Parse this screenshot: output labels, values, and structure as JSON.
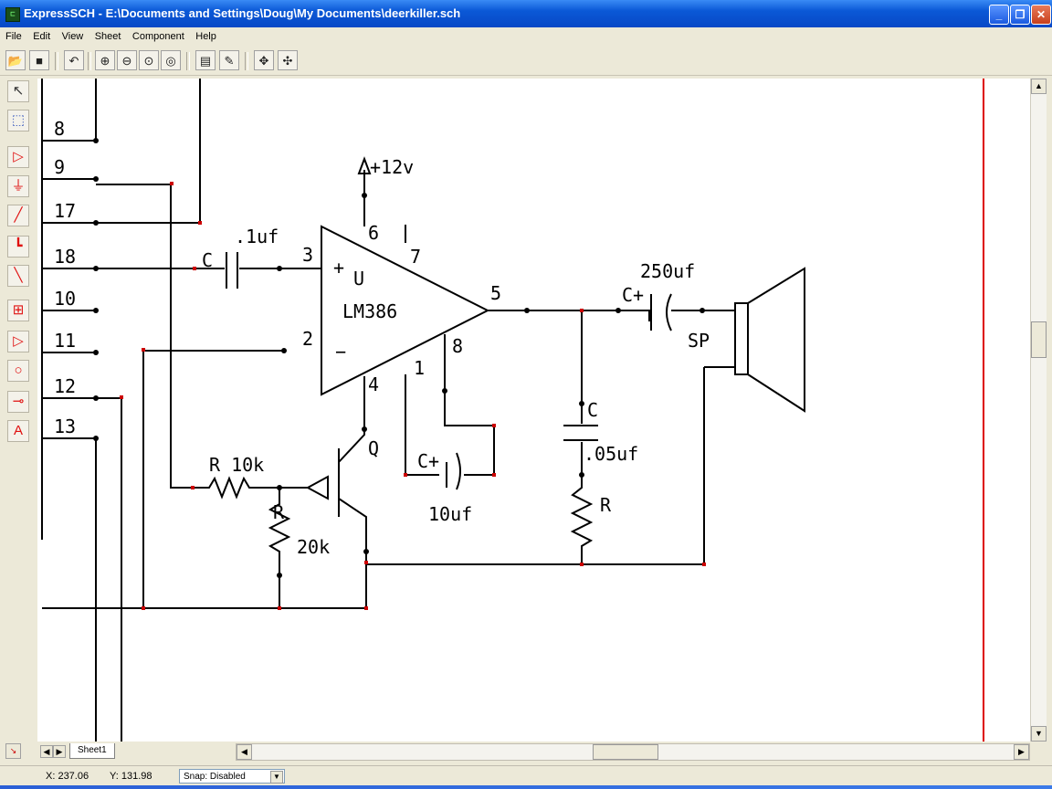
{
  "window": {
    "title": "ExpressSCH - E:\\Documents and Settings\\Doug\\My Documents\\deerkiller.sch",
    "buttons": {
      "minimize": "_",
      "maximize": "❐",
      "close": "✕"
    }
  },
  "menu": [
    "File",
    "Edit",
    "View",
    "Sheet",
    "Component",
    "Help"
  ],
  "toolbar_icons": [
    "open-icon",
    "save-icon",
    "undo-icon",
    "zoom-in-icon",
    "zoom-out-icon",
    "zoom-window-icon",
    "zoom-previous-icon",
    "properties-icon",
    "edit-properties-icon",
    "pan-icon",
    "center-icon"
  ],
  "palette_tools": [
    "select-arrow-icon",
    "zoom-select-icon",
    "buffer-symbol-icon",
    "ground-symbol-icon",
    "wire-tool-icon",
    "bus-entry-icon",
    "diagonal-wire-icon",
    "component-box-icon",
    "triangle-symbol-icon",
    "circle-symbol-icon",
    "pin-tool-icon",
    "text-tool-icon"
  ],
  "schematic": {
    "connector_pins": [
      "8",
      "9",
      "17",
      "18",
      "10",
      "11",
      "12",
      "13"
    ],
    "opamp": {
      "ref": "U",
      "part": "LM386",
      "plus": "+",
      "minus": "−"
    },
    "pins": {
      "p2": "2",
      "p3": "3",
      "p4": "4",
      "p5": "5",
      "p6": "6",
      "p7": "7",
      "p8": "8",
      "p1": "1"
    },
    "supply": "+12v",
    "labels": {
      "c_in": "C",
      "c_in_value": ".1uf",
      "c_out": "C+",
      "c_out_value": "250uf",
      "speaker": "SP",
      "c_bypass": "C+",
      "c_bypass_value": "10uf",
      "c_filter": "C",
      "c_filter_value": ".05uf",
      "r_filter": "R",
      "r1": "R 10k",
      "r2": "R",
      "r2_value": "20k",
      "transistor": "Q"
    }
  },
  "tabs": {
    "sheet": "Sheet1"
  },
  "status": {
    "x": "X: 237.06",
    "y": "Y: 131.98",
    "snap": "Snap: Disabled"
  },
  "colors": {
    "wire": "#000000",
    "junction": "#cc0000",
    "border": "#dd0000"
  }
}
